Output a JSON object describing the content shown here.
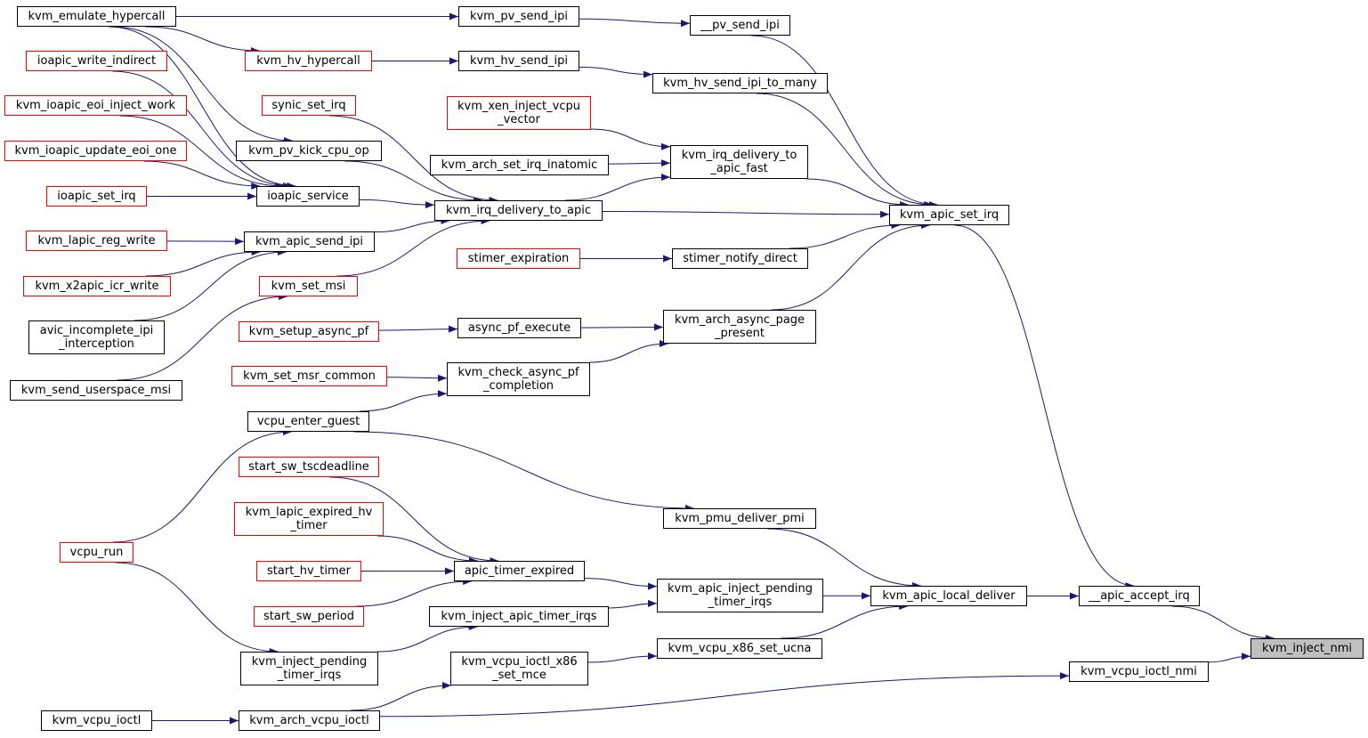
{
  "colors": {
    "edge": "#191970",
    "normal_border": "#000000",
    "truncated_border": "#ff0000",
    "focus_fill": "#bfbfbf"
  },
  "nodes": [
    {
      "id": "n1",
      "label": [
        "kvm_emulate_hypercall"
      ],
      "style": "black"
    },
    {
      "id": "n2",
      "label": [
        "kvm_pv_send_ipi"
      ],
      "style": "black"
    },
    {
      "id": "n3",
      "label": [
        "__pv_send_ipi"
      ],
      "style": "black"
    },
    {
      "id": "n4",
      "label": [
        "kvm_hv_hypercall"
      ],
      "style": "red"
    },
    {
      "id": "n5",
      "label": [
        "ioapic_write_indirect"
      ],
      "style": "red"
    },
    {
      "id": "n6",
      "label": [
        "kvm_hv_send_ipi"
      ],
      "style": "black"
    },
    {
      "id": "n7",
      "label": [
        "kvm_hv_send_ipi_to_many"
      ],
      "style": "black"
    },
    {
      "id": "n8",
      "label": [
        "kvm_xen_inject_vcpu",
        "_vector"
      ],
      "style": "red"
    },
    {
      "id": "n9",
      "label": [
        "kvm_ioapic_eoi_inject_work"
      ],
      "style": "red"
    },
    {
      "id": "n10",
      "label": [
        "synic_set_irq"
      ],
      "style": "red"
    },
    {
      "id": "n11",
      "label": [
        "kvm_ioapic_update_eoi_one"
      ],
      "style": "red"
    },
    {
      "id": "n12",
      "label": [
        "kvm_pv_kick_cpu_op"
      ],
      "style": "black"
    },
    {
      "id": "n13",
      "label": [
        "kvm_irq_delivery_to",
        "_apic_fast"
      ],
      "style": "black"
    },
    {
      "id": "n14",
      "label": [
        "kvm_arch_set_irq_inatomic"
      ],
      "style": "black"
    },
    {
      "id": "n15",
      "label": [
        "ioapic_set_irq"
      ],
      "style": "red"
    },
    {
      "id": "n16",
      "label": [
        "ioapic_service"
      ],
      "style": "black"
    },
    {
      "id": "n17",
      "label": [
        "kvm_irq_delivery_to_apic"
      ],
      "style": "black"
    },
    {
      "id": "n18",
      "label": [
        "kvm_apic_set_irq"
      ],
      "style": "black"
    },
    {
      "id": "n19",
      "label": [
        "kvm_lapic_reg_write"
      ],
      "style": "red"
    },
    {
      "id": "n20",
      "label": [
        "kvm_apic_send_ipi"
      ],
      "style": "black"
    },
    {
      "id": "n21",
      "label": [
        "stimer_expiration"
      ],
      "style": "red"
    },
    {
      "id": "n22",
      "label": [
        "stimer_notify_direct"
      ],
      "style": "black"
    },
    {
      "id": "n23",
      "label": [
        "kvm_x2apic_icr_write"
      ],
      "style": "red"
    },
    {
      "id": "n24",
      "label": [
        "kvm_set_msi"
      ],
      "style": "red"
    },
    {
      "id": "n25",
      "label": [
        "avic_incomplete_ipi",
        "_interception"
      ],
      "style": "black"
    },
    {
      "id": "n26",
      "label": [
        "kvm_setup_async_pf"
      ],
      "style": "red"
    },
    {
      "id": "n27",
      "label": [
        "async_pf_execute"
      ],
      "style": "black"
    },
    {
      "id": "n28",
      "label": [
        "kvm_arch_async_page",
        "_present"
      ],
      "style": "black"
    },
    {
      "id": "n29",
      "label": [
        "kvm_send_userspace_msi"
      ],
      "style": "black"
    },
    {
      "id": "n30",
      "label": [
        "kvm_set_msr_common"
      ],
      "style": "red"
    },
    {
      "id": "n31",
      "label": [
        "kvm_check_async_pf",
        "_completion"
      ],
      "style": "black"
    },
    {
      "id": "n32",
      "label": [
        "vcpu_enter_guest"
      ],
      "style": "black"
    },
    {
      "id": "n33",
      "label": [
        "start_sw_tscdeadline"
      ],
      "style": "red"
    },
    {
      "id": "n34",
      "label": [
        "kvm_lapic_expired_hv",
        "_timer"
      ],
      "style": "red"
    },
    {
      "id": "n35",
      "label": [
        "kvm_pmu_deliver_pmi"
      ],
      "style": "black"
    },
    {
      "id": "n36",
      "label": [
        "vcpu_run"
      ],
      "style": "red"
    },
    {
      "id": "n37",
      "label": [
        "start_hv_timer"
      ],
      "style": "red"
    },
    {
      "id": "n38",
      "label": [
        "apic_timer_expired"
      ],
      "style": "black"
    },
    {
      "id": "n39",
      "label": [
        "kvm_apic_inject_pending",
        "_timer_irqs"
      ],
      "style": "black"
    },
    {
      "id": "n40",
      "label": [
        "kvm_apic_local_deliver"
      ],
      "style": "black"
    },
    {
      "id": "n41",
      "label": [
        "__apic_accept_irq"
      ],
      "style": "black"
    },
    {
      "id": "n42",
      "label": [
        "start_sw_period"
      ],
      "style": "red"
    },
    {
      "id": "n43",
      "label": [
        "kvm_inject_apic_timer_irqs"
      ],
      "style": "black"
    },
    {
      "id": "n44",
      "label": [
        "kvm_vcpu_x86_set_ucna"
      ],
      "style": "black"
    },
    {
      "id": "n45",
      "label": [
        "kvm_inject_nmi"
      ],
      "style": "focus"
    },
    {
      "id": "n46",
      "label": [
        "kvm_inject_pending",
        "_timer_irqs"
      ],
      "style": "black"
    },
    {
      "id": "n47",
      "label": [
        "kvm_vcpu_ioctl_x86",
        "_set_mce"
      ],
      "style": "black"
    },
    {
      "id": "n48",
      "label": [
        "kvm_vcpu_ioctl_nmi"
      ],
      "style": "black"
    },
    {
      "id": "n49",
      "label": [
        "kvm_vcpu_ioctl"
      ],
      "style": "black"
    },
    {
      "id": "n50",
      "label": [
        "kvm_arch_vcpu_ioctl"
      ],
      "style": "black"
    }
  ],
  "edges": [
    {
      "from": "n1",
      "to": "n2"
    },
    {
      "from": "n2",
      "to": "n3"
    },
    {
      "from": "n1",
      "to": "n4"
    },
    {
      "from": "n4",
      "to": "n6"
    },
    {
      "from": "n6",
      "to": "n7"
    },
    {
      "from": "n1",
      "to": "n12"
    },
    {
      "from": "n1",
      "to": "n16"
    },
    {
      "from": "n5",
      "to": "n16"
    },
    {
      "from": "n9",
      "to": "n16"
    },
    {
      "from": "n11",
      "to": "n16"
    },
    {
      "from": "n15",
      "to": "n16"
    },
    {
      "from": "n16",
      "to": "n17"
    },
    {
      "from": "n10",
      "to": "n17"
    },
    {
      "from": "n12",
      "to": "n17"
    },
    {
      "from": "n19",
      "to": "n20"
    },
    {
      "from": "n23",
      "to": "n20"
    },
    {
      "from": "n25",
      "to": "n20"
    },
    {
      "from": "n20",
      "to": "n17"
    },
    {
      "from": "n24",
      "to": "n17"
    },
    {
      "from": "n29",
      "to": "n24"
    },
    {
      "from": "n8",
      "to": "n13"
    },
    {
      "from": "n14",
      "to": "n13"
    },
    {
      "from": "n17",
      "to": "n13"
    },
    {
      "from": "n17",
      "to": "n18"
    },
    {
      "from": "n13",
      "to": "n18"
    },
    {
      "from": "n3",
      "to": "n18"
    },
    {
      "from": "n7",
      "to": "n18"
    },
    {
      "from": "n21",
      "to": "n22"
    },
    {
      "from": "n22",
      "to": "n18"
    },
    {
      "from": "n26",
      "to": "n27"
    },
    {
      "from": "n27",
      "to": "n28"
    },
    {
      "from": "n31",
      "to": "n28"
    },
    {
      "from": "n28",
      "to": "n18"
    },
    {
      "from": "n30",
      "to": "n31"
    },
    {
      "from": "n32",
      "to": "n31"
    },
    {
      "from": "n36",
      "to": "n32"
    },
    {
      "from": "n32",
      "to": "n35"
    },
    {
      "from": "n33",
      "to": "n38"
    },
    {
      "from": "n34",
      "to": "n38"
    },
    {
      "from": "n37",
      "to": "n38"
    },
    {
      "from": "n42",
      "to": "n38"
    },
    {
      "from": "n38",
      "to": "n39"
    },
    {
      "from": "n43",
      "to": "n39"
    },
    {
      "from": "n46",
      "to": "n43"
    },
    {
      "from": "n36",
      "to": "n46"
    },
    {
      "from": "n35",
      "to": "n40"
    },
    {
      "from": "n39",
      "to": "n40"
    },
    {
      "from": "n44",
      "to": "n40"
    },
    {
      "from": "n47",
      "to": "n44"
    },
    {
      "from": "n40",
      "to": "n41"
    },
    {
      "from": "n18",
      "to": "n41"
    },
    {
      "from": "n41",
      "to": "n45"
    },
    {
      "from": "n48",
      "to": "n45"
    },
    {
      "from": "n49",
      "to": "n50"
    },
    {
      "from": "n50",
      "to": "n47"
    },
    {
      "from": "n50",
      "to": "n48"
    }
  ]
}
